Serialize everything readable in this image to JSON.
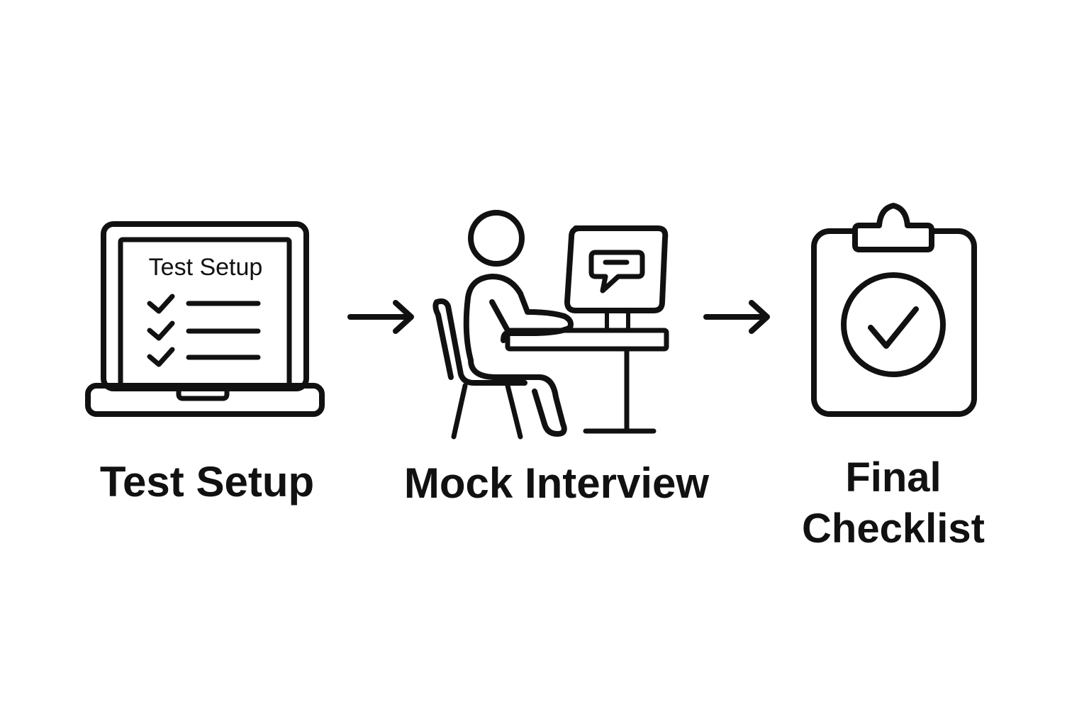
{
  "colors": {
    "stroke": "#111111",
    "background": "#ffffff"
  },
  "steps": [
    {
      "label": "Test Setup",
      "icon": "laptop-checklist-icon",
      "screen_title": "Test Setup",
      "checked_items": 3
    },
    {
      "label": "Mock Interview",
      "icon": "person-at-computer-icon"
    },
    {
      "label": "Final Checklist",
      "icon": "clipboard-check-icon"
    }
  ],
  "connectors": [
    {
      "icon": "arrow-right-icon"
    },
    {
      "icon": "arrow-right-icon"
    }
  ]
}
